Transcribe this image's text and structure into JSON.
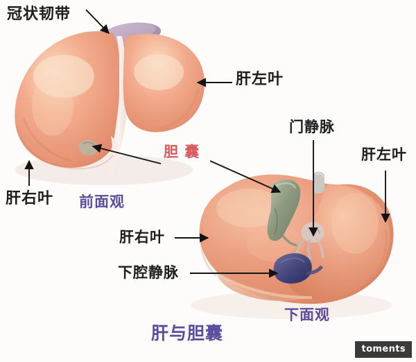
{
  "figure": {
    "title": "肝与胆囊",
    "title_color": "#5b4d9e",
    "background_color": "#fdfcfb"
  },
  "views": [
    {
      "id": "anterior",
      "caption": "前面观",
      "caption_color": "#5b4d9e"
    },
    {
      "id": "inferior",
      "caption": "下面观",
      "caption_color": "#5b4d9e"
    }
  ],
  "labels": [
    {
      "id": "coronary-ligament",
      "text": "冠状韧带",
      "color": "#1d1d1d",
      "view": "anterior"
    },
    {
      "id": "left-lobe-anterior",
      "text": "肝左叶",
      "color": "#1d1d1d",
      "view": "anterior"
    },
    {
      "id": "gallbladder",
      "text": "胆 囊",
      "color": "#d8595e",
      "view": "both"
    },
    {
      "id": "right-lobe-anterior",
      "text": "肝右叶",
      "color": "#1d1d1d",
      "view": "anterior"
    },
    {
      "id": "portal-vein",
      "text": "门静脉",
      "color": "#1d1d1d",
      "view": "inferior"
    },
    {
      "id": "left-lobe-inferior",
      "text": "肝左叶",
      "color": "#1d1d1d",
      "view": "inferior"
    },
    {
      "id": "right-lobe-inferior",
      "text": "肝右叶",
      "color": "#1d1d1d",
      "view": "inferior"
    },
    {
      "id": "inferior-vena-cava",
      "text": "下腔静脉",
      "color": "#1d1d1d",
      "view": "inferior"
    }
  ],
  "anatomy_colors": {
    "liver_parenchyma": "#ef9f84",
    "liver_highlight": "#f7c8ad",
    "falciform_ligament": "#f6eae6",
    "coronary_ligament": "#a08aa6",
    "gallbladder": "#8f9a82",
    "vena_cava": "#4a4a7d",
    "portal_structures": "#cfc3c0"
  },
  "watermark": {
    "text": "toments"
  }
}
